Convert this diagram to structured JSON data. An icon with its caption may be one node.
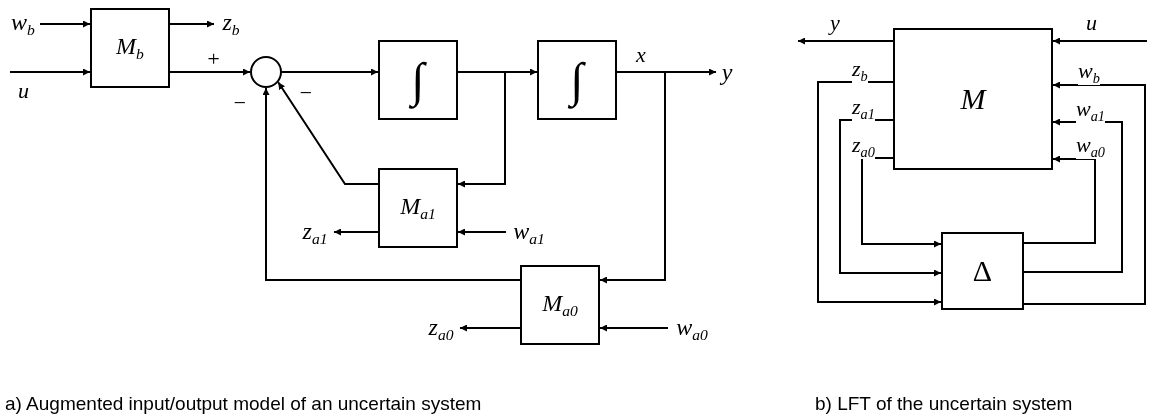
{
  "diagram": {
    "nodes": [
      {
        "text": [
          "w$_{b}$"
        ]
      },
      {
        "text": [
          "M$_{b}$"
        ]
      },
      {
        "text": [
          "z$_{b}$"
        ]
      },
      {
        "text": [],
        "shape": "circle"
      },
      {
        "text": [
          "∫"
        ]
      },
      {
        "text": [
          "∫"
        ]
      },
      {
        "text": [
          "y"
        ]
      },
      {
        "text": [
          "M$_{a1}$"
        ]
      },
      {
        "text": [
          "z$_{a1}$"
        ]
      },
      {
        "text": [
          "w$_{a1}$"
        ]
      },
      {
        "text": [
          "M$_{a0}$"
        ]
      },
      {
        "text": [
          "z$_{a0}$"
        ]
      },
      {
        "text": [
          "w$_{a0}$"
        ]
      },
      {
        "text": [
          "M"
        ]
      },
      {
        "text": [
          "Δ"
        ]
      }
    ],
    "edges": [
      {
        "from": 0,
        "to": 1,
        "arrow": "to"
      },
      {
        "from": null,
        "to": 1,
        "arrow": "to",
        "label": "u"
      },
      {
        "from": 1,
        "to": 2,
        "arrow": "to"
      },
      {
        "from": 1,
        "to": 3,
        "arrow": "to",
        "label": "+"
      },
      {
        "from": 3,
        "to": 4,
        "arrow": "to"
      },
      {
        "from": 4,
        "to": 5,
        "arrow": "to"
      },
      {
        "from": 5,
        "to": 6,
        "arrow": "to",
        "label": "x"
      },
      {
        "from": 4,
        "to": 7,
        "arrow": "to"
      },
      {
        "from": 7,
        "to": 3,
        "arrow": "to",
        "label": "−"
      },
      {
        "from": 7,
        "to": 8,
        "arrow": "to"
      },
      {
        "from": 9,
        "to": 7,
        "arrow": "to"
      },
      {
        "from": 5,
        "to": 10,
        "arrow": "to"
      },
      {
        "from": 10,
        "to": 3,
        "arrow": "to",
        "label": "−"
      },
      {
        "from": 10,
        "to": 11,
        "arrow": "to"
      },
      {
        "from": 12,
        "to": 10,
        "arrow": "to"
      },
      {
        "from": 13,
        "to": null,
        "arrow": "to",
        "label": "y"
      },
      {
        "from": null,
        "to": 13,
        "arrow": "to",
        "label": "u"
      },
      {
        "from": 13,
        "to": 14,
        "arrow": "to",
        "label": "z$_{b}$"
      },
      {
        "from": 13,
        "to": 14,
        "arrow": "to",
        "label": "z$_{a1}$"
      },
      {
        "from": 13,
        "to": 14,
        "arrow": "to",
        "label": "z$_{a0}$"
      },
      {
        "from": 14,
        "to": 13,
        "arrow": "to",
        "label": "w$_{b}$"
      },
      {
        "from": 14,
        "to": 13,
        "arrow": "to",
        "label": "w$_{a1}$"
      },
      {
        "from": 14,
        "to": 13,
        "arrow": "to",
        "label": "w$_{a0}$"
      }
    ],
    "labels": [
      "a) Augmented input/output model of an uncertain system",
      "b) LFT of the uncertain system"
    ]
  }
}
